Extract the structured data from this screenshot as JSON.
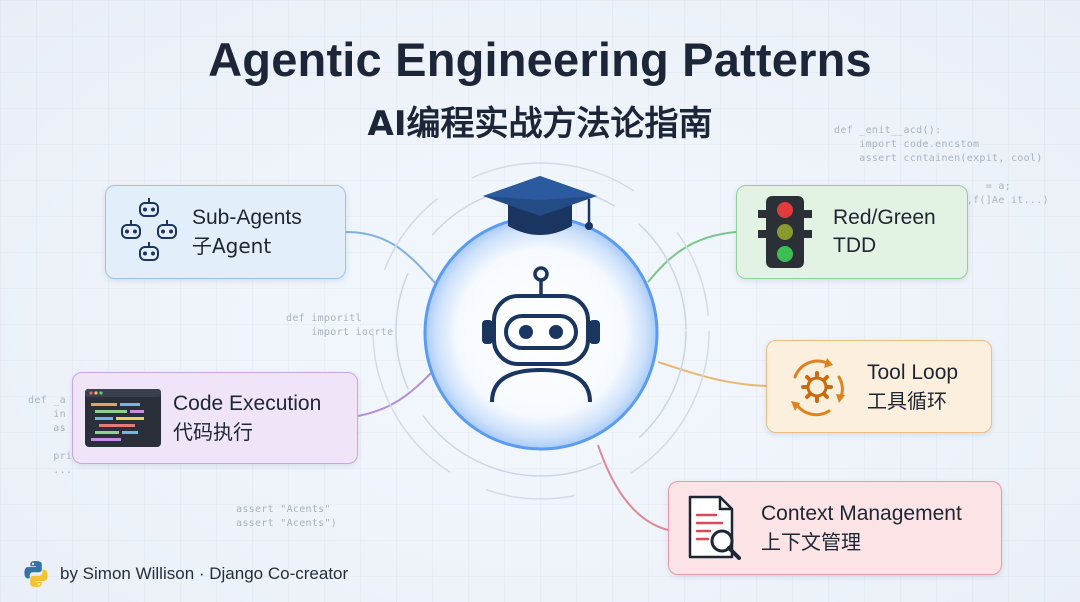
{
  "title": "Agentic Engineering Patterns",
  "subtitle": "AI编程实战方法论指南",
  "cards": {
    "sub_agents": {
      "en": "Sub-Agents",
      "zh": "子Agent"
    },
    "code_execution": {
      "en": "Code Execution",
      "zh": "代码执行"
    },
    "red_green": {
      "en": "Red/Green",
      "zh": "TDD"
    },
    "tool_loop": {
      "en": "Tool Loop",
      "zh": "工具循环"
    },
    "context_management": {
      "en": "Context Management",
      "zh": "上下文管理"
    }
  },
  "footer": {
    "credit": "by Simon Willison · Django Co-creator"
  },
  "code_snippets": {
    "top_right": "def _enit__acd():\n    import code.encstom\n    assert ccntainen(expit, cool)\n\n                        = a;\n                  [cs,f(]Ae it...)",
    "mid_left": "def imporitl\n    import iocrte",
    "left": "def _a\n    in\n    as\n\n    print\n    ...",
    "bottom": "assert \"Acents\"\nassert \"Acents\")"
  },
  "colors": {
    "blue_card": "#e3eefb",
    "purple_card": "#efe4f8",
    "green_card": "#e2f3e3",
    "orange_card": "#fcefdd",
    "pink_card": "#fbe3e6",
    "navy": "#1b3561",
    "glow": "#5b9cf2"
  }
}
